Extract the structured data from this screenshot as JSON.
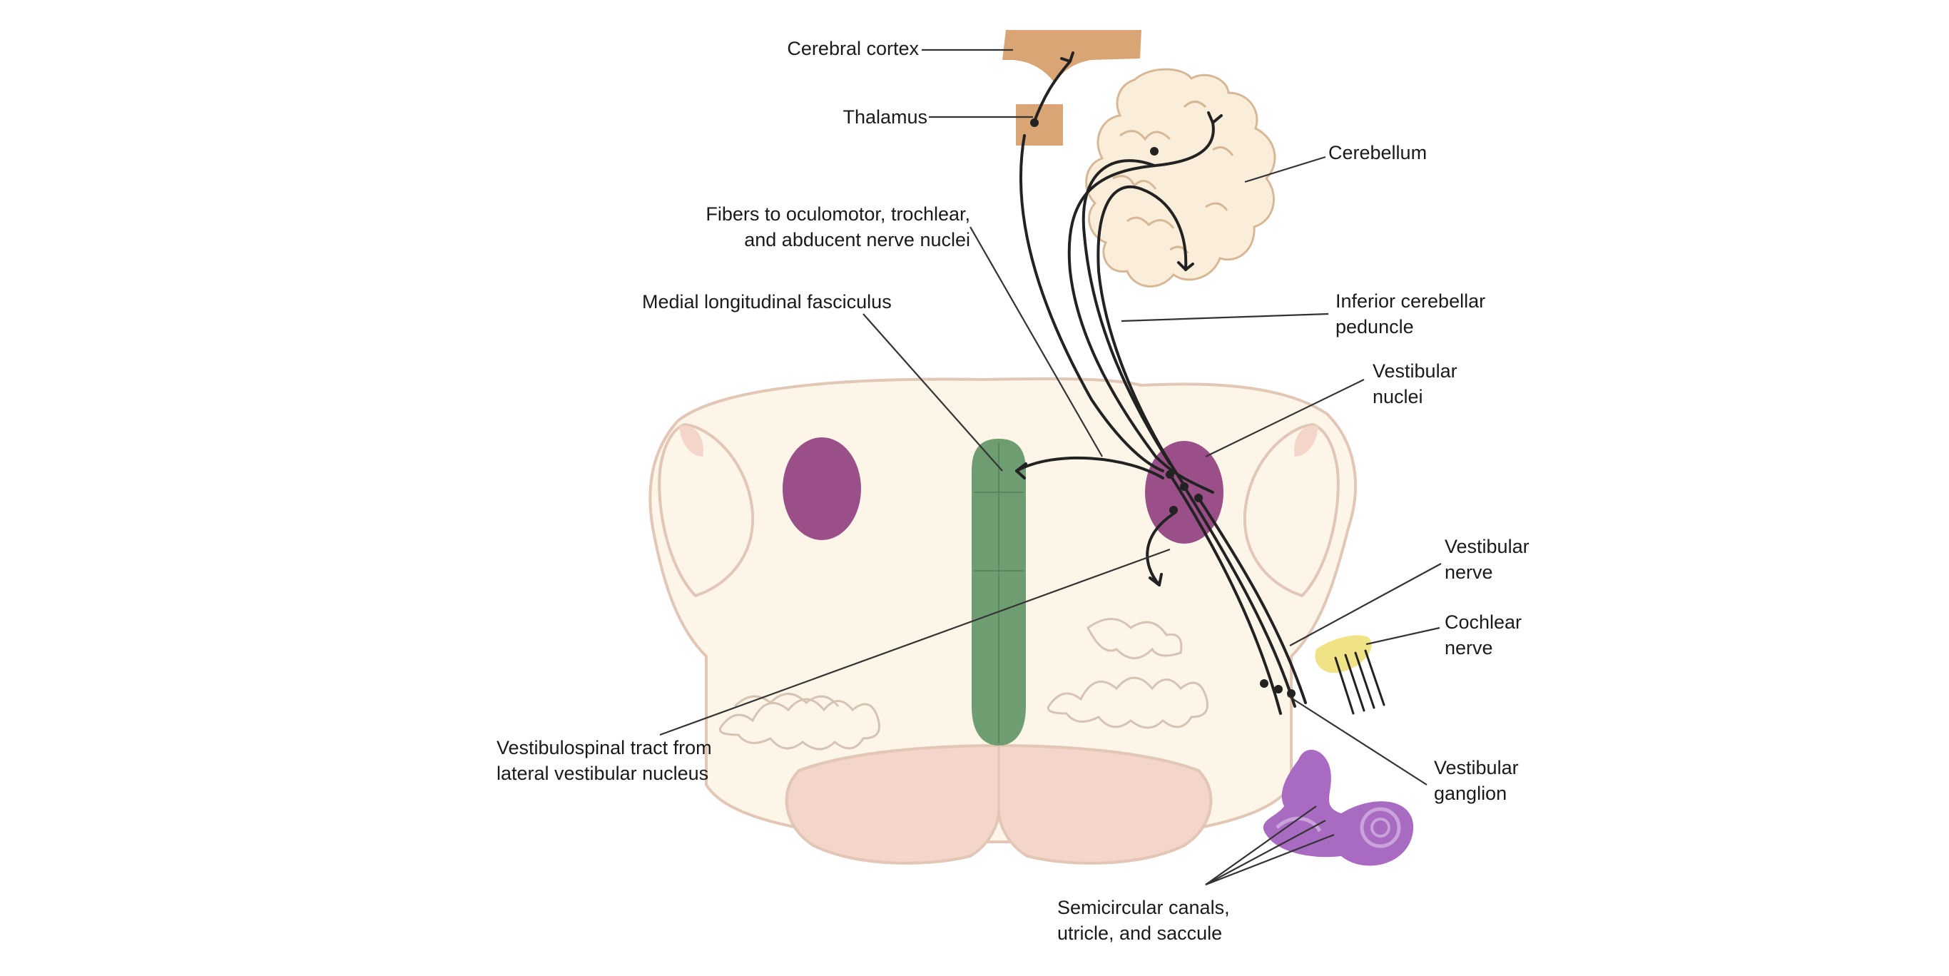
{
  "labels": {
    "cerebral_cortex": "Cerebral cortex",
    "thalamus": "Thalamus",
    "fibers_line1": "Fibers to oculomotor, trochlear,",
    "fibers_line2": "and abducent nerve nuclei",
    "mlf": "Medial longitudinal fasciculus",
    "cerebellum": "Cerebellum",
    "icp_line1": "Inferior cerebellar",
    "icp_line2": "peduncle",
    "vnuc_line1": "Vestibular",
    "vnuc_line2": "nuclei",
    "vnerve_line1": "Vestibular",
    "vnerve_line2": "nerve",
    "cnerve_line1": "Cochlear",
    "cnerve_line2": "nerve",
    "vst_line1": "Vestibulospinal tract from",
    "vst_line2": "lateral vestibular nucleus",
    "vgang_line1": "Vestibular",
    "vgang_line2": "ganglion",
    "scc_line1": "Semicircular canals,",
    "scc_line2": "utricle, and saccule"
  },
  "colors": {
    "brainstem_fill": "#fdf6e8",
    "pyramid_fill": "#f3d5c9",
    "cortex_thalamus": "#d9a574",
    "cerebellum_fill": "#faeedb",
    "nucleus_purple": "#9a4f88",
    "mlf_green": "#6e9d72",
    "labyrinth_purple": "#a96bc2",
    "cochlear_yellow": "#efe386"
  }
}
